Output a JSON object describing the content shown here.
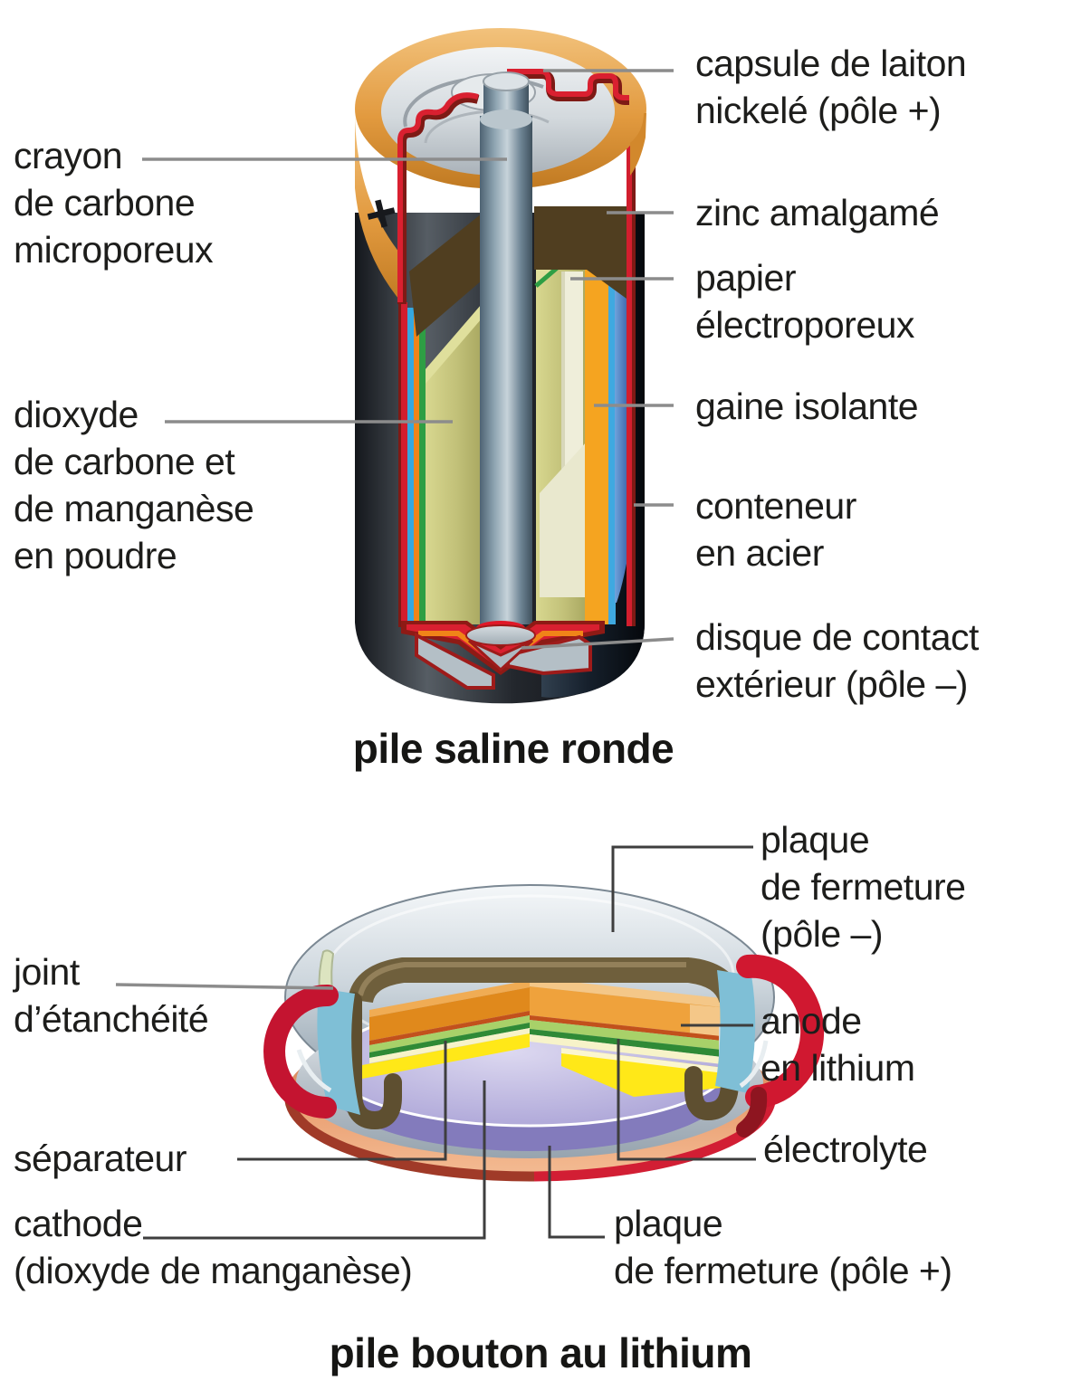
{
  "figure1": {
    "caption": "pile saline ronde",
    "labels": {
      "crayon": "crayon\nde carbone\nmicroporeux",
      "dioxyde": "dioxyde\nde carbone et\nde manganèse\nen poudre",
      "capsule": "capsule de laiton\nnickelé (pôle +)",
      "zinc": "zinc amalgamé",
      "papier": "papier\nélectroporeux",
      "gaine": "gaine isolante",
      "conteneur": "conteneur\nen acier",
      "disque": "disque de contact\nextérieur (pôle –)",
      "plus_sign": "+"
    }
  },
  "figure2": {
    "caption": "pile bouton au lithium",
    "labels": {
      "plaque_neg": "plaque\nde fermeture\n(pôle –)",
      "joint": "joint\nd’étanchéité",
      "anode": "anode\nen lithium",
      "separateur": "séparateur",
      "electrolyte": "électrolyte",
      "cathode": "cathode\n(dioxyde de manganèse)",
      "plaque_pos": "plaque\nde fermeture (pôle +)"
    }
  },
  "colors": {
    "label_text": "#1d1d1b",
    "leader_gray": "#8c8c8c",
    "leader_dark": "#3e3e3e",
    "cap_orange": "#e29a3f",
    "cut_red": "#d21e2e",
    "cut_maroon": "#7e1a15",
    "zinc_orange": "#f5a420",
    "insulation_blue": "#3fa9e0",
    "steel_navy": "#16202c",
    "powder_khaki": "#c2c179",
    "paper_cream": "#efeeda",
    "rod_steel": "#8fa5b2",
    "cathode_purple": "#a59dd5",
    "anode_orange": "#e8952b",
    "electrolyte_green": "#2f8a36",
    "separator_yellow": "#ffe818",
    "gasket_brown": "#6f5f3c",
    "clip_red": "#c41430",
    "copper": "#e89c6e"
  }
}
